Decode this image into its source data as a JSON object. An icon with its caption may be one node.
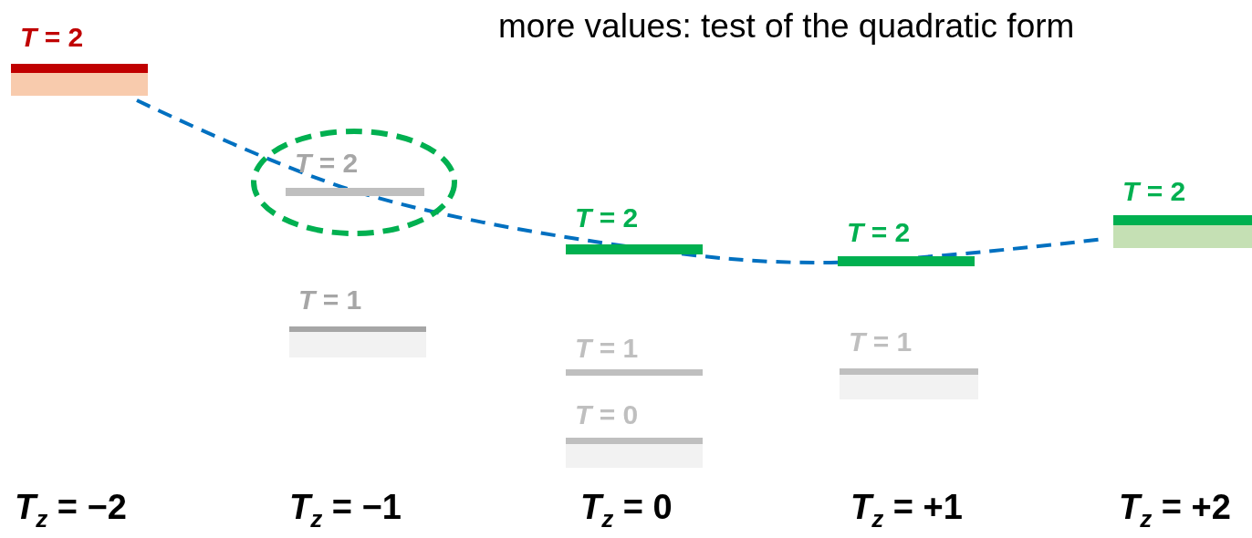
{
  "diagram": {
    "nodes": [
      {
        "text": [
          "*T* = 2"
        ]
      },
      {
        "text": [
          "*T* = 2"
        ]
      },
      {
        "text": [
          "*T* = 1"
        ]
      },
      {
        "text": [
          "*T* = 2"
        ]
      },
      {
        "text": [
          "*T* = 1"
        ]
      },
      {
        "text": [
          "*T* = 0"
        ]
      },
      {
        "text": [
          "*T* = 2"
        ]
      },
      {
        "text": [
          "*T* = 1"
        ]
      },
      {
        "text": [
          "*T* = 2"
        ]
      }
    ],
    "labels": [
      "more values: test of the quadratic form",
      "*T*$_{z}$ = −2",
      "*T*$_{z}$ = −1",
      "*T*$_{z}$ = 0",
      "*T*$_{z}$ = +1",
      "*T*$_{z}$ = +2"
    ]
  }
}
